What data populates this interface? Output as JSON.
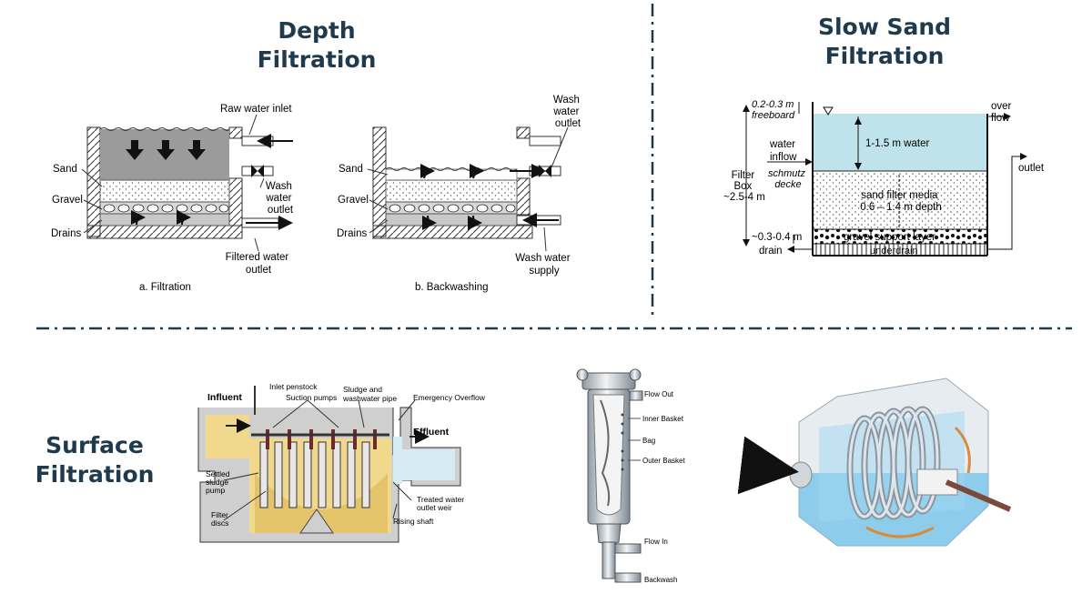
{
  "headings": {
    "depth": "Depth\nFiltration",
    "slow_sand": "Slow Sand\nFiltration",
    "surface": "Surface\nFiltration"
  },
  "depth_filtration": {
    "raw_water_inlet": "Raw water inlet",
    "sand": "Sand",
    "gravel": "Gravel",
    "drains": "Drains",
    "wash_water_outlet": [
      "Wash",
      "water",
      "outlet"
    ],
    "filtered_water_outlet": [
      "Filtered water",
      "outlet"
    ],
    "caption_a": "a. Filtration",
    "caption_b": "b. Backwashing",
    "wash_water_supply": [
      "Wash water",
      "supply"
    ]
  },
  "slow_sand": {
    "freeboard": [
      "0.2-0.3 m",
      "freeboard"
    ],
    "overflow": [
      "over",
      "flow"
    ],
    "water_depth": "1-1.5 m water",
    "water_inflow": [
      "water",
      "inflow"
    ],
    "outlet": "outlet",
    "filter_box": [
      "Filter",
      "Box",
      "~2.5-4 m"
    ],
    "schmutzdecke": [
      "schmutz",
      "decke"
    ],
    "media": [
      "sand filter media",
      "0.6 – 1.4 m depth"
    ],
    "gravel_depth": "~0.3-0.4 m",
    "gravel_layer": "gravel support layer",
    "drain": "drain",
    "underdrain": "underdrain"
  },
  "surface": {
    "influent": "Influent",
    "inlet_penstock": "Inlet penstock",
    "suction_pumps": "Suction pumps",
    "sludge_pipe": [
      "Sludge and",
      "washwater pipe"
    ],
    "emergency_overflow": "Emergency Overflow",
    "effluent": "Effluent",
    "settled_sludge_pump": [
      "Settled",
      "sludge",
      "pump"
    ],
    "filter_discs": [
      "Filter",
      "discs"
    ],
    "treated_water_weir": [
      "Treated water",
      "outlet weir"
    ],
    "rising_shaft": "Rising shaft"
  },
  "bag_filter": {
    "flow_out": "Flow Out",
    "inner_basket": "Inner Basket",
    "bag": "Bag",
    "outer_basket": "Outer Basket",
    "flow_in": "Flow In",
    "backwash": "Backwash"
  },
  "colors": {
    "heading": "#1f3a4d",
    "divider": "#1f3a4d",
    "water_blue": "#bfe3ea",
    "sludge_yellow": "#f0d98c",
    "drum_blue": "#6fc3ea"
  }
}
